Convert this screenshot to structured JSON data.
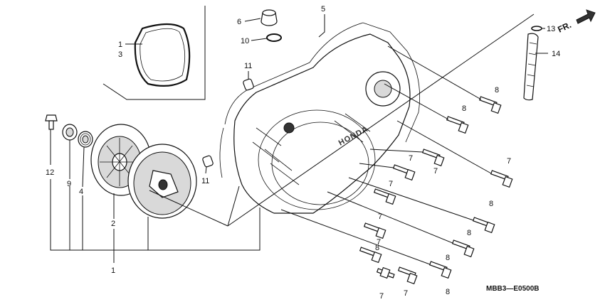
{
  "diagram_code": "MBB3—E0500B",
  "direction_label": "FR.",
  "cover_logo": "HONDA",
  "callouts": [
    {
      "id": "c1a",
      "text": "1"
    },
    {
      "id": "c3",
      "text": "3"
    },
    {
      "id": "c6",
      "text": "6"
    },
    {
      "id": "c10",
      "text": "10"
    },
    {
      "id": "c5",
      "text": "5"
    },
    {
      "id": "c11a",
      "text": "11"
    },
    {
      "id": "c11b",
      "text": "11"
    },
    {
      "id": "c13",
      "text": "13"
    },
    {
      "id": "c14",
      "text": "14"
    },
    {
      "id": "c12",
      "text": "12"
    },
    {
      "id": "c9",
      "text": "9"
    },
    {
      "id": "c4",
      "text": "4"
    },
    {
      "id": "c2",
      "text": "2"
    },
    {
      "id": "c1b",
      "text": "1"
    },
    {
      "id": "c8a",
      "text": "8"
    },
    {
      "id": "c8b",
      "text": "8"
    },
    {
      "id": "c7a",
      "text": "7"
    },
    {
      "id": "c7b",
      "text": "7"
    },
    {
      "id": "c7c",
      "text": "7"
    },
    {
      "id": "c7d",
      "text": "7"
    },
    {
      "id": "c8c",
      "text": "8"
    },
    {
      "id": "c7e",
      "text": "7"
    },
    {
      "id": "c8d",
      "text": "8"
    },
    {
      "id": "c7f",
      "text": "7"
    },
    {
      "id": "c8e",
      "text": "8"
    },
    {
      "id": "c8f",
      "text": "8"
    },
    {
      "id": "c8g",
      "text": "8"
    },
    {
      "id": "c7g",
      "text": "7"
    },
    {
      "id": "c7h",
      "text": "7"
    }
  ]
}
